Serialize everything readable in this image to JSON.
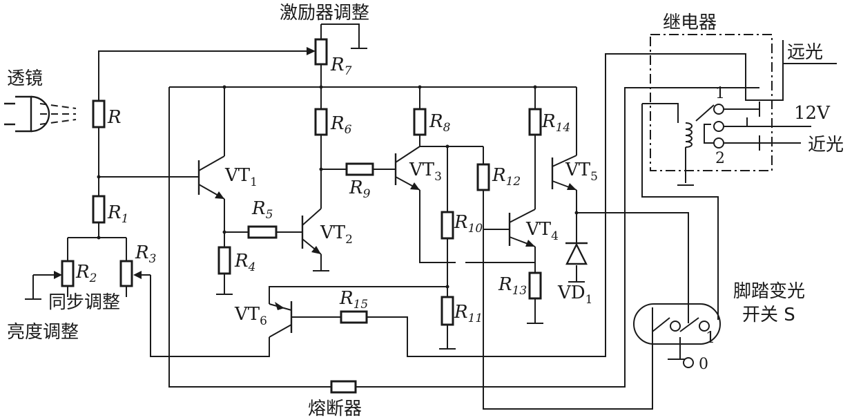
{
  "labels": {
    "exciter_adjust": "激励器调整",
    "relay": "继电器",
    "high_beam": "远光",
    "low_beam": "近光",
    "supply": "12V",
    "lens": "透镜",
    "sync_adjust": "同步调整",
    "brightness_adjust": "亮度调整",
    "fuse": "熔断器",
    "foot_switch_line1": "脚踏变光",
    "foot_switch_line2": "开关 S",
    "relay_contact_1": "1",
    "relay_contact_2": "2",
    "switch_contact_1": "1",
    "switch_contact_0": "0"
  },
  "resistors": [
    {
      "id": "r-photo",
      "base": "R",
      "sub": ""
    },
    {
      "id": "r1",
      "base": "R",
      "sub": "1"
    },
    {
      "id": "r2",
      "base": "R",
      "sub": "2"
    },
    {
      "id": "r3",
      "base": "R",
      "sub": "3"
    },
    {
      "id": "r4",
      "base": "R",
      "sub": "4"
    },
    {
      "id": "r5",
      "base": "R",
      "sub": "5"
    },
    {
      "id": "r6",
      "base": "R",
      "sub": "6"
    },
    {
      "id": "r7",
      "base": "R",
      "sub": "7"
    },
    {
      "id": "r8",
      "base": "R",
      "sub": "8"
    },
    {
      "id": "r9",
      "base": "R",
      "sub": "9"
    },
    {
      "id": "r10",
      "base": "R",
      "sub": "10"
    },
    {
      "id": "r11",
      "base": "R",
      "sub": "11"
    },
    {
      "id": "r12",
      "base": "R",
      "sub": "12"
    },
    {
      "id": "r13",
      "base": "R",
      "sub": "13"
    },
    {
      "id": "r14",
      "base": "R",
      "sub": "14"
    },
    {
      "id": "r15",
      "base": "R",
      "sub": "15"
    }
  ],
  "transistors": [
    {
      "id": "vt1",
      "base": "VT",
      "sub": "1"
    },
    {
      "id": "vt2",
      "base": "VT",
      "sub": "2"
    },
    {
      "id": "vt3",
      "base": "VT",
      "sub": "3"
    },
    {
      "id": "vt4",
      "base": "VT",
      "sub": "4"
    },
    {
      "id": "vt5",
      "base": "VT",
      "sub": "5"
    },
    {
      "id": "vt6",
      "base": "VT",
      "sub": "6"
    }
  ],
  "diodes": [
    {
      "id": "vd1",
      "base": "VD",
      "sub": "1"
    }
  ]
}
